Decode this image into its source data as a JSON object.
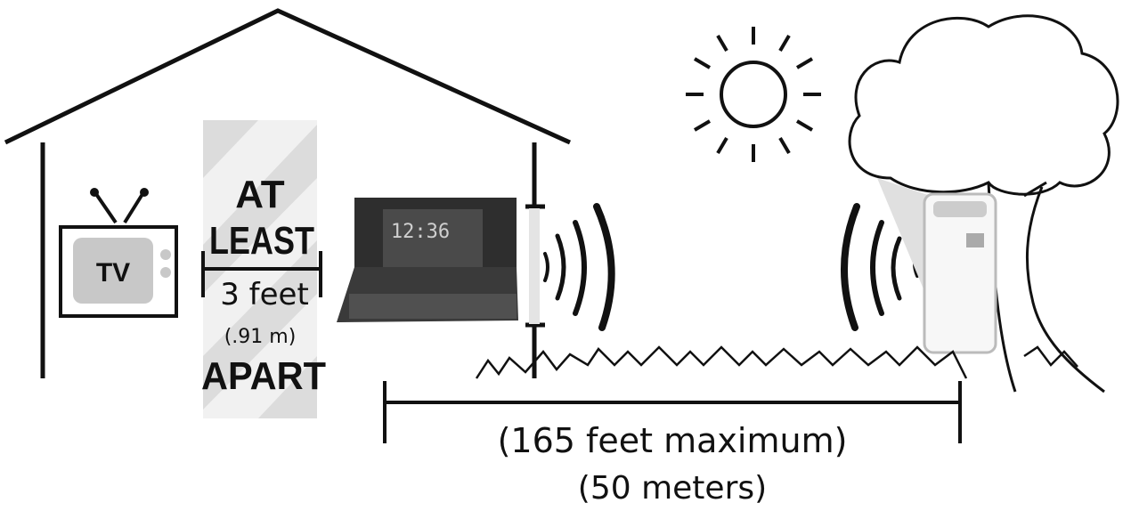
{
  "tv": {
    "label": "TV"
  },
  "separation": {
    "line1": "AT",
    "line2": "LEAST",
    "distance": "3 feet",
    "metric": "(.91 m)",
    "line3": "APART"
  },
  "base_station": {
    "display_time": "12:36"
  },
  "range": {
    "imperial": "(165 feet maximum)",
    "metric": "(50 meters)"
  },
  "colors": {
    "line": "#111111",
    "stripe": "#dcdcdc",
    "device": "#3a3a3a",
    "sensor": "#f2f2f2"
  }
}
